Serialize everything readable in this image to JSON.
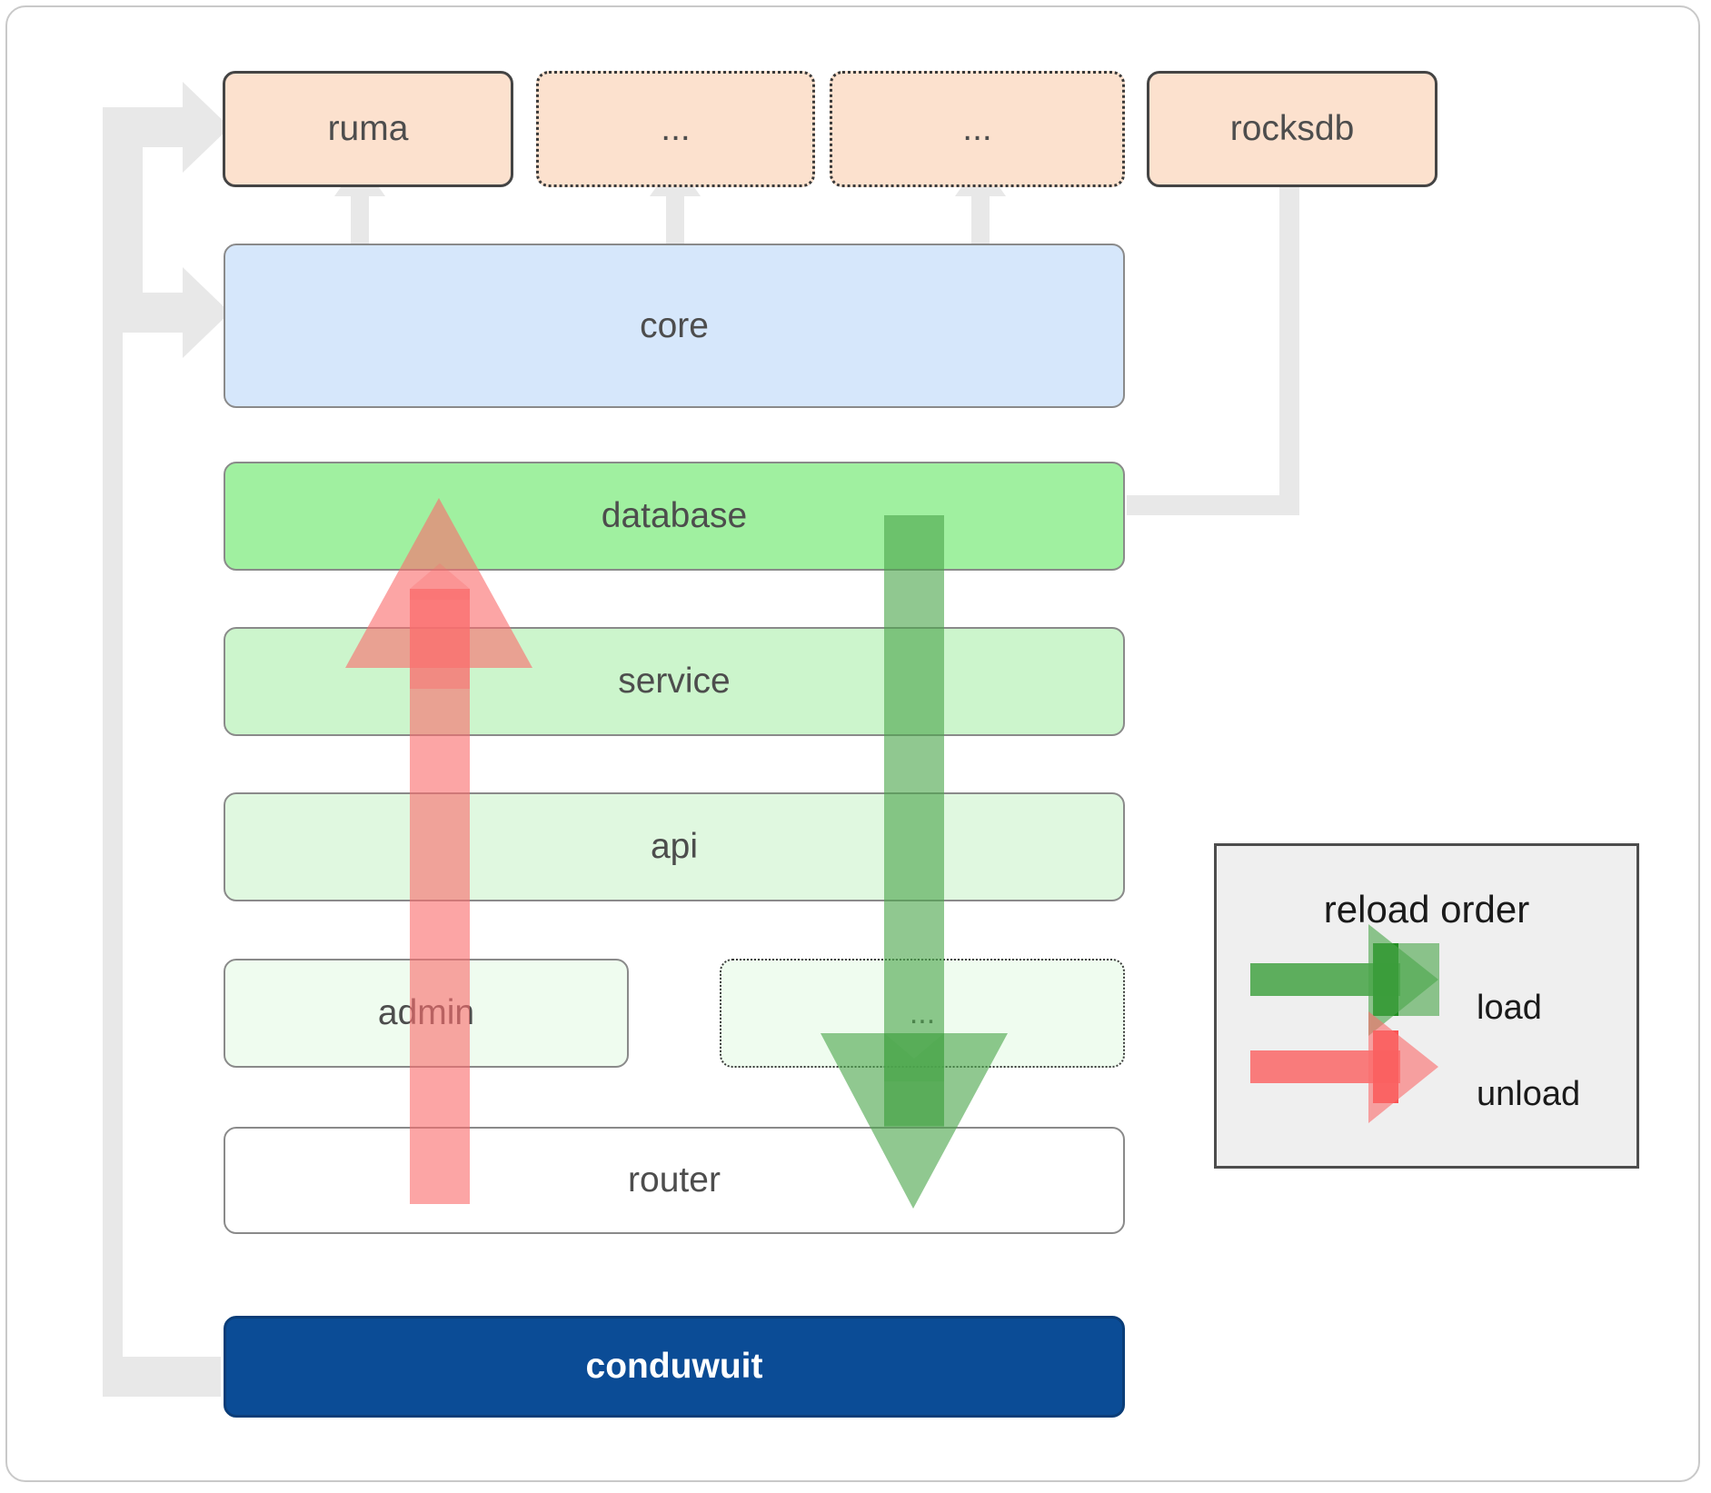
{
  "diagram": {
    "title": "conduwuit module reload order architecture",
    "root_label": "conduwuit",
    "colors": {
      "external_fill": "#FCE1CE",
      "core_fill": "#D6E7FB",
      "database_fill": "#A0F0A0",
      "service_fill": "#CCF5CC",
      "api_fill": "#E0F8E0",
      "admin_fill": "#EFFCEF",
      "router_fill": "#FFFFFF",
      "root_fill": "#0B4C96",
      "connector": "#E8E8E8",
      "load_arrow": "#4CA64C",
      "unload_arrow": "#FA6E6E",
      "legend_bg": "#EFEFEF",
      "border_dark": "#444444",
      "border_gray": "#8A8A8A"
    },
    "external_deps": [
      {
        "label": "ruma",
        "style": "solid"
      },
      {
        "label": "...",
        "style": "dotted"
      },
      {
        "label": "...",
        "style": "dotted"
      },
      {
        "label": "rocksdb",
        "style": "solid"
      }
    ],
    "core": {
      "label": "core"
    },
    "layers": [
      {
        "label": "database",
        "style": "gray"
      },
      {
        "label": "service",
        "style": "gray"
      },
      {
        "label": "api",
        "style": "gray"
      }
    ],
    "admin_row": [
      {
        "label": "admin",
        "style": "gray"
      },
      {
        "label": "...",
        "style": "dotted"
      }
    ],
    "router": {
      "label": "router",
      "style": "gray"
    },
    "legend": {
      "title": "reload order",
      "items": [
        {
          "label": "load",
          "color": "#4CA64C",
          "direction": "right"
        },
        {
          "label": "unload",
          "color": "#FA6E6E",
          "direction": "right"
        }
      ]
    },
    "flows": [
      {
        "name": "load",
        "direction": "down",
        "from": "database",
        "to": "router",
        "color": "#4CA64C"
      },
      {
        "name": "unload",
        "direction": "up",
        "from": "router",
        "to": "database",
        "color": "#FA6E6E"
      }
    ]
  }
}
